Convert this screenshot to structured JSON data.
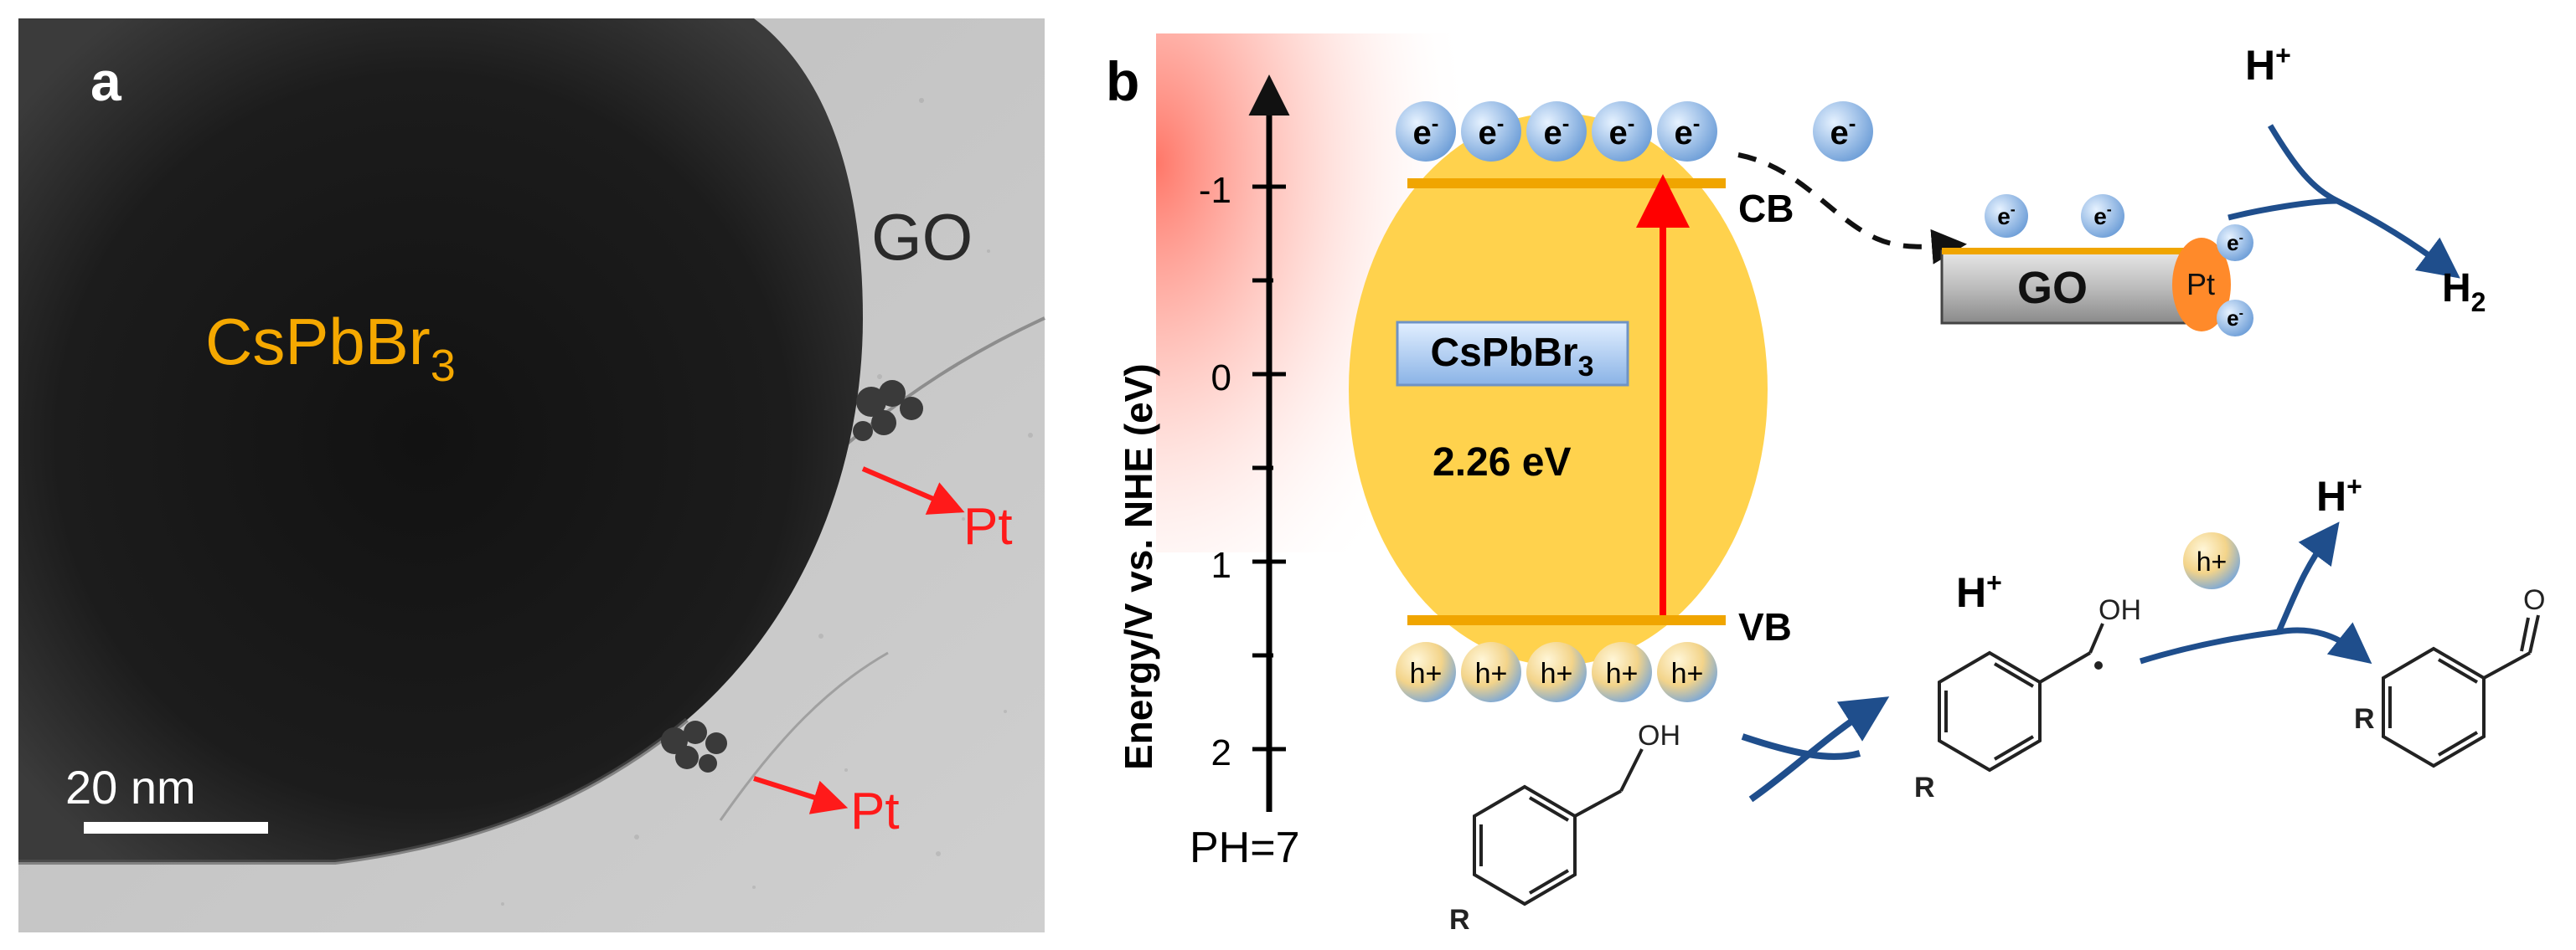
{
  "panel_a": {
    "label": "a",
    "material_label": "CsPbBr",
    "material_sub": "3",
    "go_label": "GO",
    "pt_labels": [
      "Pt",
      "Pt"
    ],
    "scale_bar": "20 nm",
    "colors": {
      "material": "#f5a800",
      "pt": "#ff1a1a"
    }
  },
  "panel_b": {
    "label": "b",
    "axis": {
      "label": "Energy/V vs. NHE (eV)",
      "ticks": [
        "-1",
        "0",
        "1",
        "2"
      ],
      "condition": "PH=7"
    },
    "semiconductor": {
      "name": "CsPbBr",
      "name_sub": "3",
      "bandgap": "2.26 eV",
      "cb_label": "CB",
      "vb_label": "VB",
      "electron": "e",
      "electron_sup": "-",
      "hole": "h+",
      "colors": {
        "body": "#ffd24d",
        "band": "#f0a500",
        "arrow": "#ff0000",
        "glow": "#ff6a55"
      }
    },
    "cocatalyst": {
      "support": "GO",
      "metal": "Pt",
      "colors": {
        "metal": "#ff8a2a",
        "support": "#b8b8b8"
      }
    },
    "reactions": {
      "proton": "H",
      "proton_sup": "+",
      "h2": "H",
      "h2_sub": "2",
      "substituent": "R",
      "hydroxyl": "OH",
      "carbonyl": "O",
      "hole_badge": "h+",
      "arrow_color": "#1f4e8c"
    }
  }
}
